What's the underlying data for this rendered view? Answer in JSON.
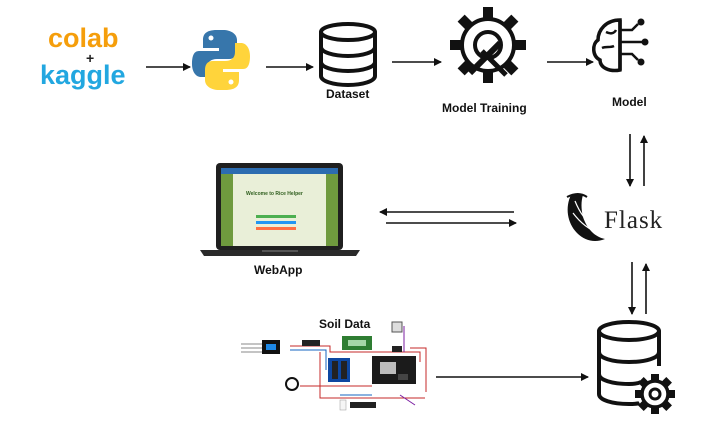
{
  "logos": {
    "colab": "colab",
    "plus": "+",
    "kaggle": "kaggle",
    "flask": "Flask"
  },
  "labels": {
    "dataset": "Dataset",
    "model_training": "Model Training",
    "model": "Model",
    "webapp": "WebApp",
    "soil_data": "Soil Data"
  },
  "webapp_screen": {
    "title": "Welcome to Rice Helper"
  },
  "icons": {
    "python": "python-logo-icon",
    "dataset": "database-icon",
    "model_training": "gear-pencil-icon",
    "model": "brain-circuit-icon",
    "webapp": "laptop-icon",
    "flask": "flask-horn-icon",
    "circuit": "sensor-circuit-icon",
    "storage": "database-gear-icon"
  },
  "colors": {
    "colab": "#f59e0b",
    "kaggle": "#22a7e0",
    "python_blue": "#3776ab",
    "python_yellow": "#ffd43b",
    "ink": "#111111"
  }
}
